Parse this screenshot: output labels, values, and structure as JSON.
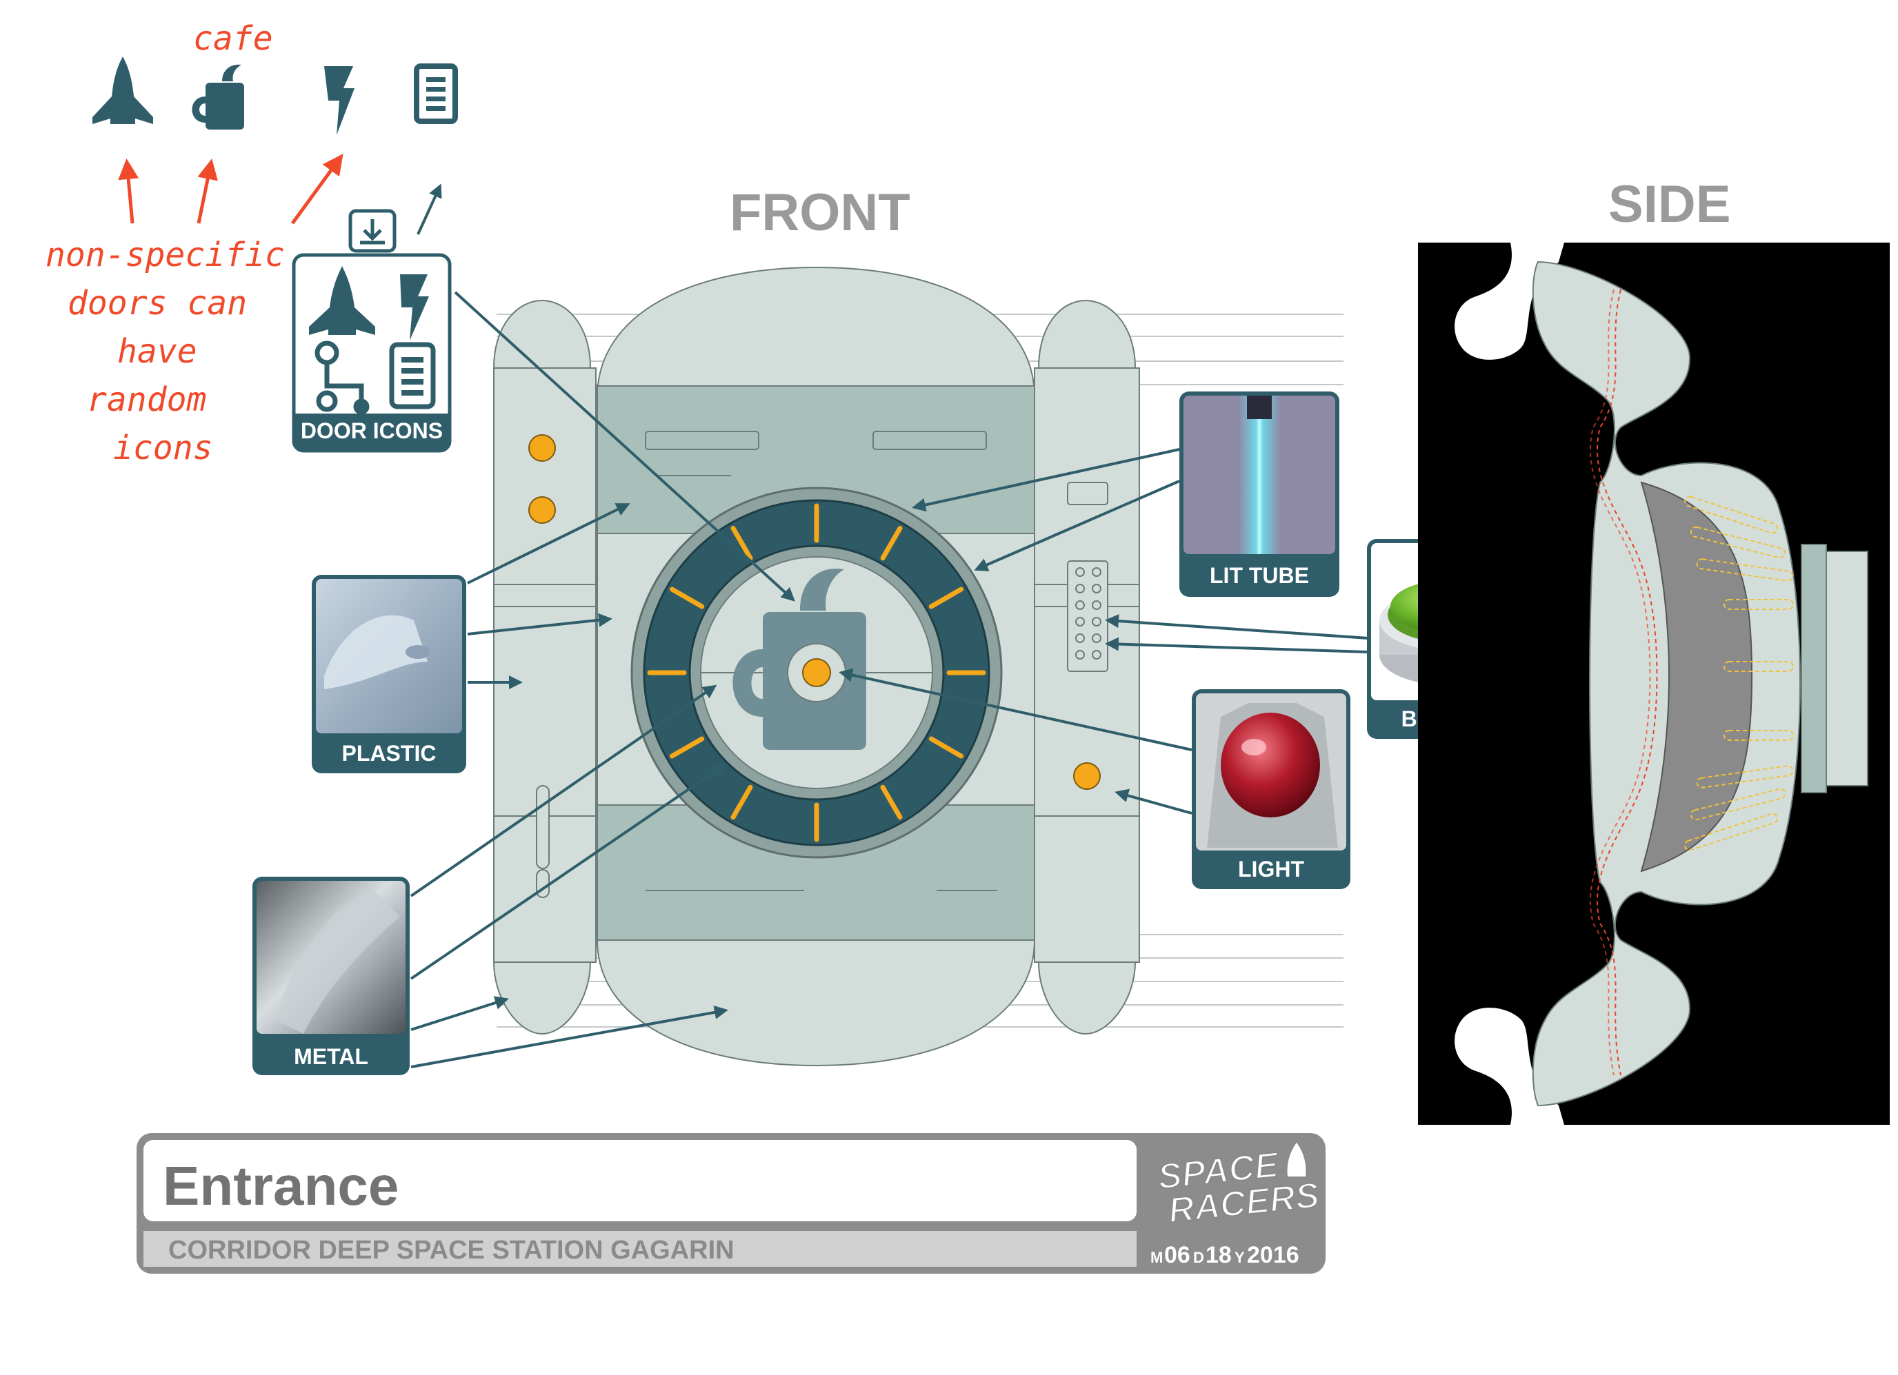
{
  "notes": {
    "cafe": "cafe",
    "doors_line1": "non-specific",
    "doors_line2": "doors can",
    "doors_line3": "have",
    "doors_line4": "random",
    "doors_line5": "icons"
  },
  "views": {
    "front": "FRONT",
    "side": "SIDE"
  },
  "callouts": {
    "door_icons": "DOOR ICONS",
    "plastic": "PLASTIC",
    "metal": "METAL",
    "lit_tube": "LIT TUBE",
    "button": "BUTTON",
    "light": "LIGHT"
  },
  "title_block": {
    "title": "Entrance",
    "subtitle": "CORRIDOR  DEEP SPACE STATION GAGARIN",
    "brand_line1": "SPACE",
    "brand_line2": "RACERS",
    "date_m_label": "M",
    "date_m": "06",
    "date_d_label": "D",
    "date_d": "18",
    "date_y_label": "Y",
    "date_y": "2016"
  },
  "icons": [
    "shuttle-icon",
    "mug-icon",
    "lightning-icon",
    "document-icon",
    "download-icon",
    "circuit-icon"
  ],
  "colors": {
    "teal_dark": "#2f5e6a",
    "panel_light": "#d3dedb",
    "panel_mid": "#a9bfba",
    "ring_dark": "#2e5a66",
    "amber": "#f5a81a",
    "annotation_red": "#f04a2a",
    "heading_grey": "#9a9a9a"
  }
}
